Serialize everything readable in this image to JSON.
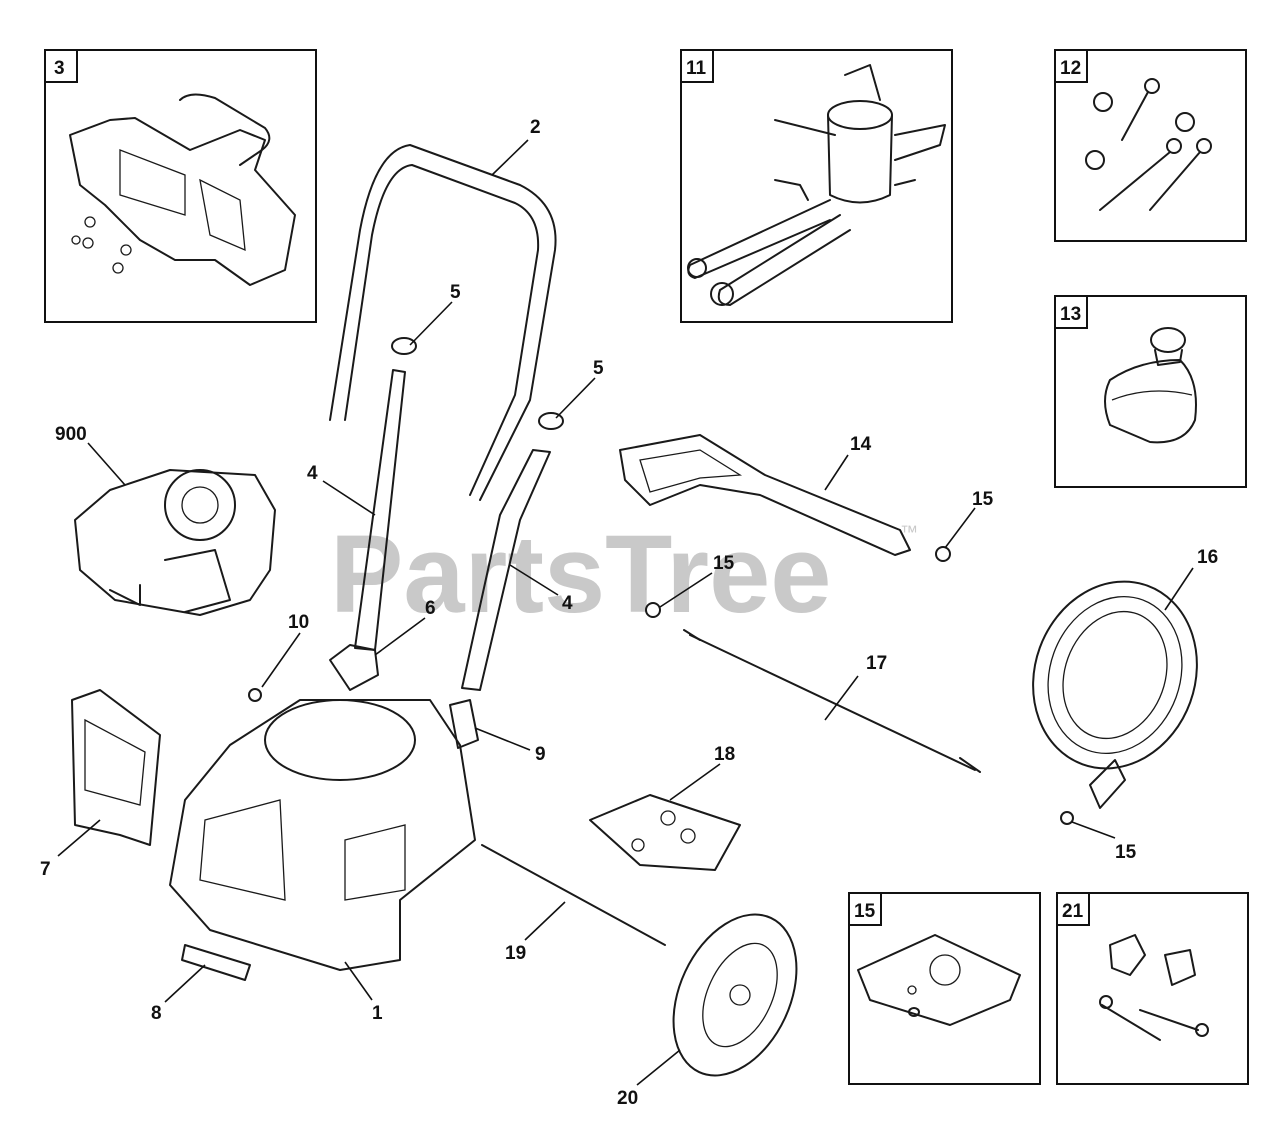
{
  "watermark": {
    "text": "PartsTree",
    "trademark": "™"
  },
  "boxes": [
    {
      "id": "box-3",
      "label": "3"
    },
    {
      "id": "box-11",
      "label": "11"
    },
    {
      "id": "box-12",
      "label": "12"
    },
    {
      "id": "box-13",
      "label": "13"
    },
    {
      "id": "box-15",
      "label": "15"
    },
    {
      "id": "box-21",
      "label": "21"
    }
  ],
  "callouts": [
    {
      "id": "c2",
      "label": "2"
    },
    {
      "id": "c5a",
      "label": "5"
    },
    {
      "id": "c5b",
      "label": "5"
    },
    {
      "id": "c900",
      "label": "900"
    },
    {
      "id": "c4a",
      "label": "4"
    },
    {
      "id": "c4b",
      "label": "4"
    },
    {
      "id": "c14",
      "label": "14"
    },
    {
      "id": "c15a",
      "label": "15"
    },
    {
      "id": "c15b",
      "label": "15"
    },
    {
      "id": "c15c",
      "label": "15"
    },
    {
      "id": "c16",
      "label": "16"
    },
    {
      "id": "c10",
      "label": "10"
    },
    {
      "id": "c6",
      "label": "6"
    },
    {
      "id": "c17",
      "label": "17"
    },
    {
      "id": "c9",
      "label": "9"
    },
    {
      "id": "c18",
      "label": "18"
    },
    {
      "id": "c7",
      "label": "7"
    },
    {
      "id": "c19",
      "label": "19"
    },
    {
      "id": "c1",
      "label": "1"
    },
    {
      "id": "c8",
      "label": "8"
    },
    {
      "id": "c20",
      "label": "20"
    }
  ]
}
